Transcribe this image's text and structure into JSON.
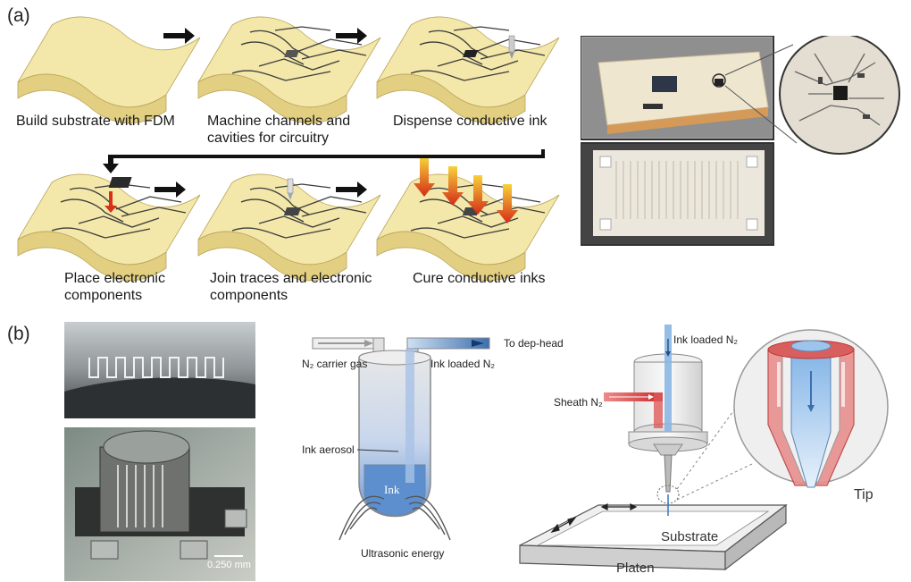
{
  "panel_a": {
    "label": "(a)",
    "steps": [
      {
        "caption": "Build substrate with FDM"
      },
      {
        "caption": "Machine channels and cavities for circuitry"
      },
      {
        "caption": "Dispense conductive ink"
      },
      {
        "caption": "Place electronic components"
      },
      {
        "caption": "Join traces and electronic components"
      },
      {
        "caption": "Cure conductive inks"
      }
    ]
  },
  "panel_b": {
    "label": "(b)",
    "scale_bar": "0.250 mm",
    "atomizer": {
      "carrier_gas": "N₂ carrier gas",
      "to_dep_head": "To dep-head",
      "ink_loaded_top": "Ink loaded N₂",
      "ink_aerosol": "Ink aerosol",
      "ink": "Ink",
      "ultrasonic": "Ultrasonic energy"
    },
    "dep_head": {
      "ink_loaded": "Ink loaded N₂",
      "sheath": "Sheath N₂",
      "tip": "Tip",
      "substrate": "Substrate",
      "platen": "Platen"
    }
  },
  "colors": {
    "substrate": "#f3e7a9",
    "substrate_side": "#e2cf82",
    "trace": "#3b3b3b",
    "heat_arrow": "#d9301d",
    "gas_blue": "#4f86c6",
    "gas_red": "#d83a3a"
  }
}
